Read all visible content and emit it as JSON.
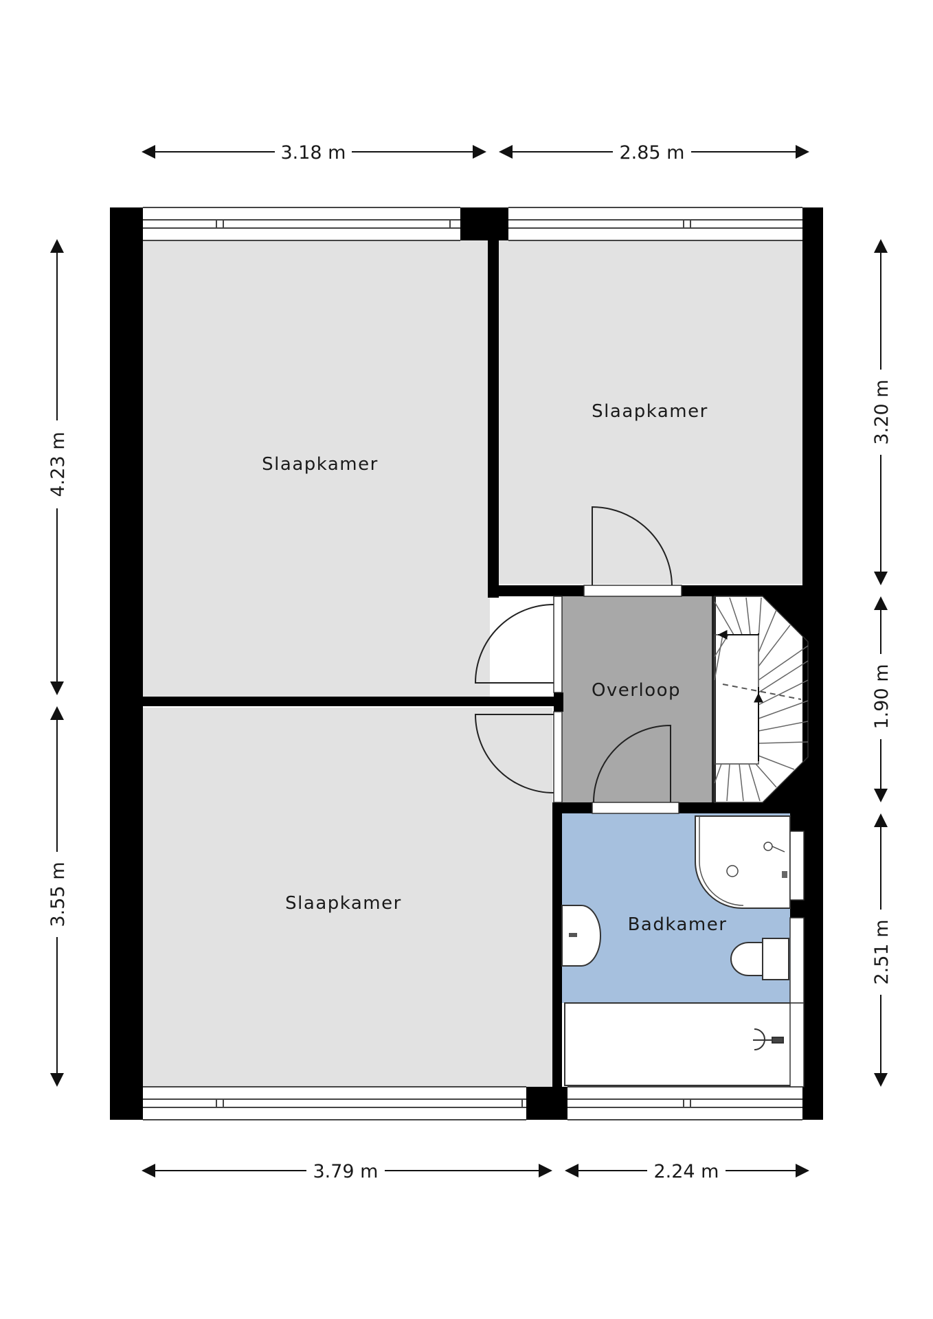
{
  "rooms": {
    "slaapkamer_1": "Slaapkamer",
    "slaapkamer_2": "Slaapkamer",
    "slaapkamer_3": "Slaapkamer",
    "overloop": "Overloop",
    "badkamer": "Badkamer"
  },
  "dimensions": {
    "top_left": "3.18 m",
    "top_right": "2.85 m",
    "bottom_left": "3.79 m",
    "bottom_right": "2.24 m",
    "left_upper": "4.23 m",
    "left_lower": "3.55 m",
    "right_upper": "3.20 m",
    "right_middle": "1.90 m",
    "right_lower": "2.51 m"
  },
  "colors": {
    "bedroom": "#e2e2e2",
    "landing": "#a8a8a8",
    "bathroom": "#a6c0de",
    "wall": "#000000"
  }
}
